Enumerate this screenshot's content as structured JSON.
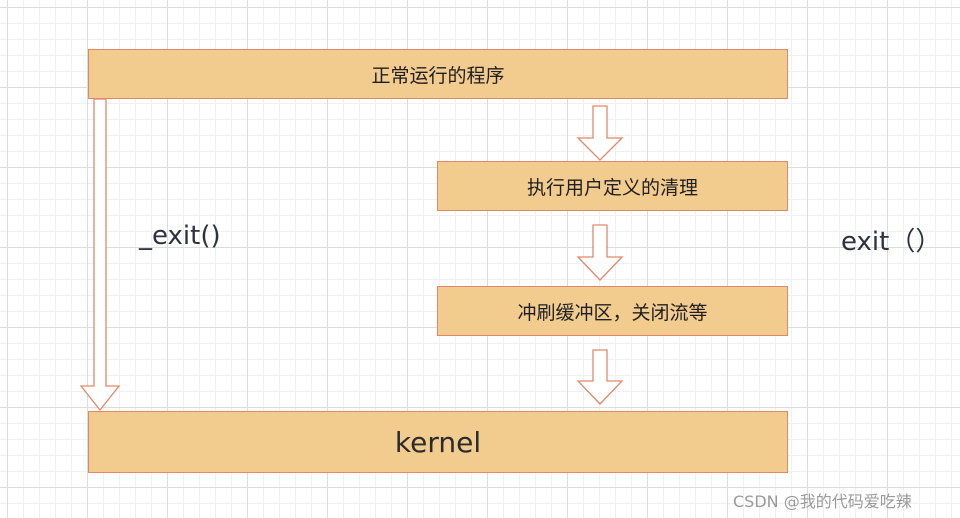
{
  "boxes": {
    "top": "正常运行的程序",
    "clean": "执行用户定义的清理",
    "flush": "冲刷缓冲区，关闭流等",
    "kernel": "kernel"
  },
  "labels": {
    "exit_left": "_exit()",
    "exit_right": "exit（）"
  },
  "watermark": "CSDN @我的代码爱吃辣",
  "colors": {
    "box_fill": "#f2cb8f",
    "box_border": "#e0896a",
    "arrow_stroke": "#e0896a",
    "text": "#2d3140"
  }
}
